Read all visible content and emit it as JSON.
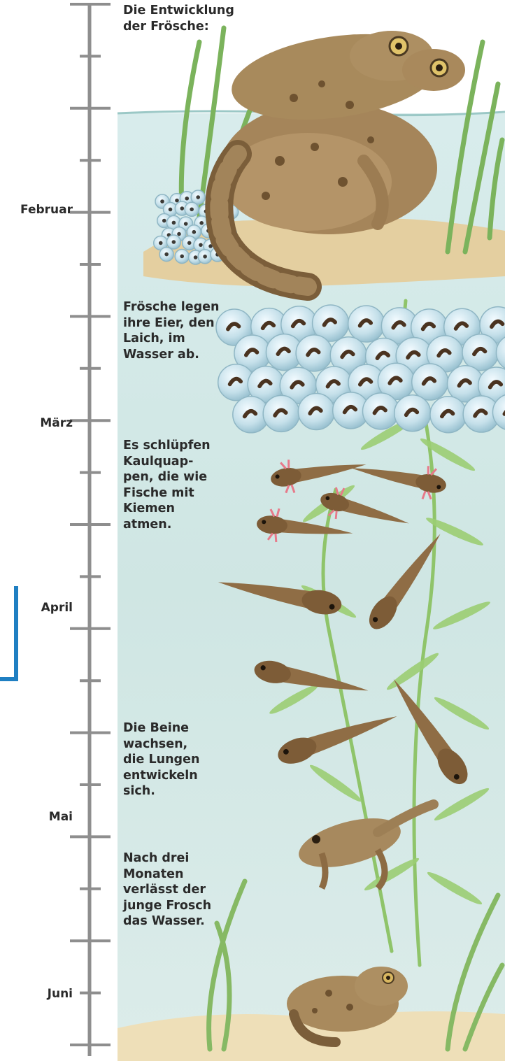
{
  "title": "Die Entwicklung\nder Frösche:",
  "stages": [
    {
      "id": "laich",
      "text": "Frösche legen\nihre Eier, den\nLaich, im\nWasser ab."
    },
    {
      "id": "kaulquappen",
      "text": "Es schlüpfen\nKaulquap-\npen, die wie\nFische mit\nKiemen\natmen."
    },
    {
      "id": "beine",
      "text": "Die Beine\nwachsen,\ndie Lungen\nentwickeln\nsich."
    },
    {
      "id": "frosch",
      "text": "Nach drei\nMonaten\nverlässt der\njunge Frosch\ndas Wasser."
    }
  ],
  "timeline": {
    "months": [
      "Februar",
      "März",
      "April",
      "Mai",
      "Juni"
    ]
  },
  "colors": {
    "water": "#cfe6e4",
    "sand": "#eedfb8",
    "timeline": "#8e8e8e",
    "frame": "#1f7fc2",
    "frog": "#9a7a4c",
    "tadpole": "#8f6d45",
    "egg": "#bcd9e3",
    "plant": "#8fc46a"
  }
}
